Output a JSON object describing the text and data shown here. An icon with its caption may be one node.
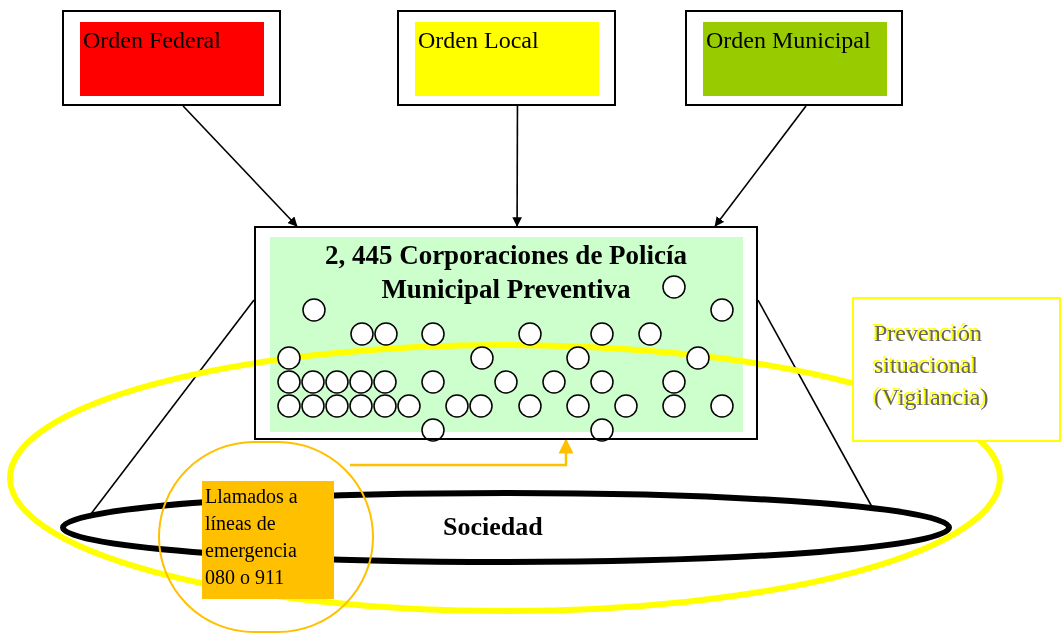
{
  "diagram": {
    "nodes": [
      {
        "text": [
          "Orden Federal"
        ]
      },
      {
        "text": [
          "Orden Local"
        ]
      },
      {
        "text": [
          "Orden Municipal"
        ]
      },
      {
        "text": [
          "2, 445 Corporaciones de Policía Municipal Preventiva"
        ]
      },
      {
        "text": [
          "Sociedad"
        ]
      },
      {
        "text": [
          "Llamados a líneas de emergencia 080 o 911"
        ]
      },
      {
        "text": [
          "Prevención situacional (Vigilancia)"
        ]
      }
    ],
    "edges": [
      {
        "from": 0,
        "to": 3,
        "arrow": "to"
      },
      {
        "from": 1,
        "to": 3,
        "arrow": "to"
      },
      {
        "from": 2,
        "to": 3,
        "arrow": "to"
      },
      {
        "from": 4,
        "to": 3,
        "arrow": "none"
      },
      {
        "from": 4,
        "to": 3,
        "arrow": "none"
      },
      {
        "from": 5,
        "to": 3,
        "arrow": "to",
        "color": "#ffc000"
      }
    ]
  }
}
